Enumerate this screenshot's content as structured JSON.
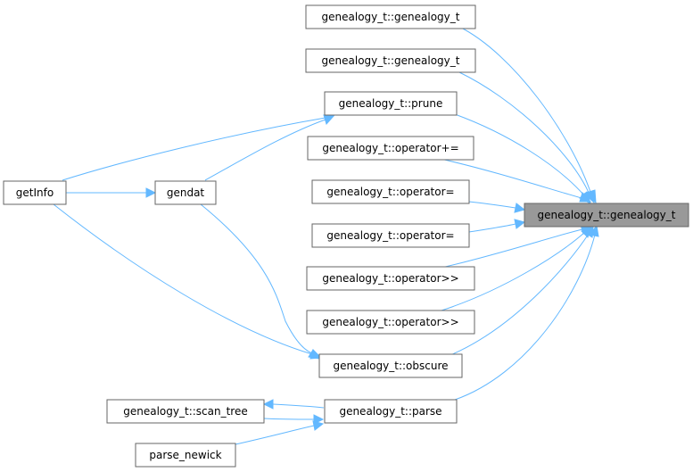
{
  "diagram": {
    "nodes": {
      "target": "genealogy_t::genealogy_t",
      "ctor1": "genealogy_t::genealogy_t",
      "ctor2": "genealogy_t::genealogy_t",
      "prune": "genealogy_t::prune",
      "op_plus_eq": "genealogy_t::operator+=",
      "op_eq1": "genealogy_t::operator=",
      "op_eq2": "genealogy_t::operator=",
      "op_shift1": "genealogy_t::operator>>",
      "op_shift2": "genealogy_t::operator>>",
      "obscure": "genealogy_t::obscure",
      "parse": "genealogy_t::parse",
      "scan_tree": "genealogy_t::scan_tree",
      "parse_newick": "parse_newick",
      "getInfo": "getInfo",
      "gendat": "gendat"
    },
    "colors": {
      "edge": "#63b8ff",
      "node_border": "#666666",
      "focus_fill": "#999999"
    }
  }
}
